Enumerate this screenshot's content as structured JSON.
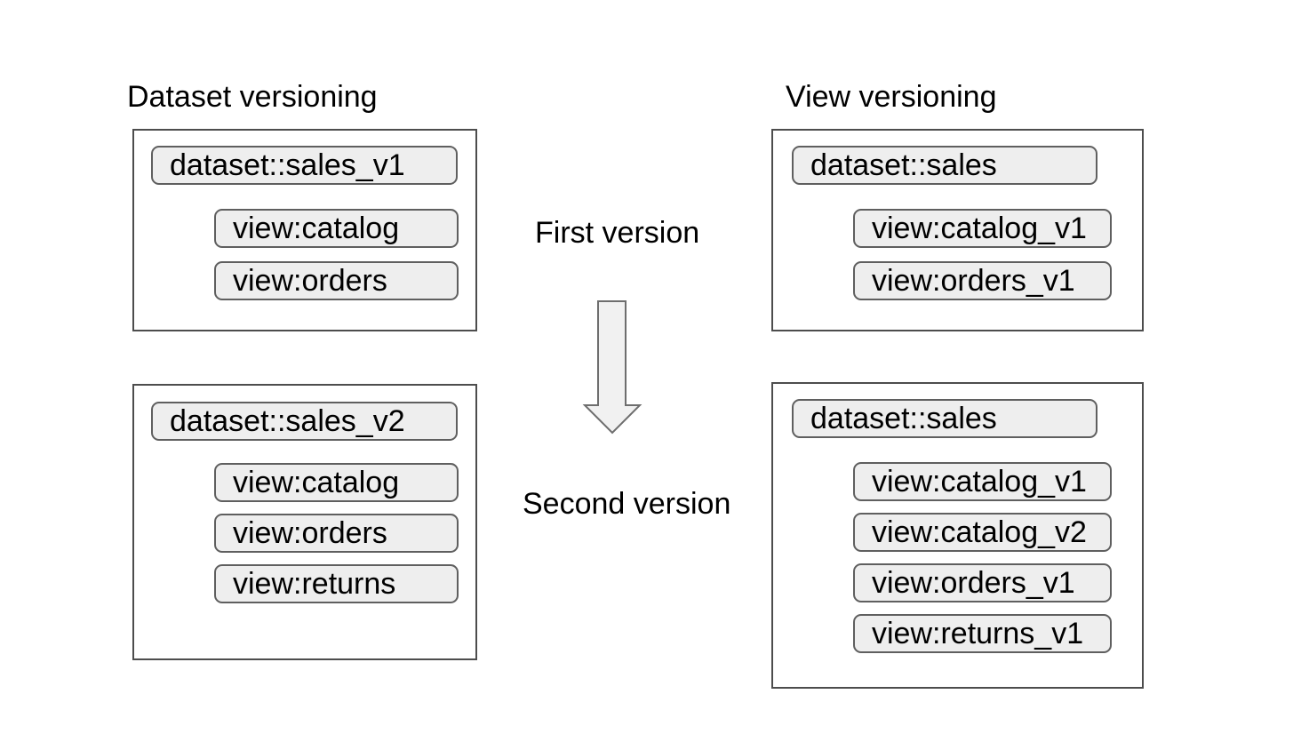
{
  "left_panel": {
    "title": "Dataset versioning",
    "boxes": [
      {
        "dataset": "dataset::sales_v1",
        "views": [
          "view:catalog",
          "view:orders"
        ]
      },
      {
        "dataset": "dataset::sales_v2",
        "views": [
          "view:catalog",
          "view:orders",
          "view:returns"
        ]
      }
    ]
  },
  "right_panel": {
    "title": "View versioning",
    "boxes": [
      {
        "dataset": "dataset::sales",
        "views": [
          "view:catalog_v1",
          "view:orders_v1"
        ]
      },
      {
        "dataset": "dataset::sales",
        "views": [
          "view:catalog_v1",
          "view:catalog_v2",
          "view:orders_v1",
          "view:returns_v1"
        ]
      }
    ]
  },
  "center": {
    "first_version_label": "First version",
    "second_version_label": "Second version",
    "arrow_icon": "down-block-arrow"
  },
  "colors": {
    "background": "#ffffff",
    "text": "#000000",
    "box_border": "#4d4d4d",
    "pill_fill": "#eeeeee",
    "pill_border": "#5f5f5f",
    "arrow_fill": "#f1f1f1",
    "arrow_border": "#6e6e6e"
  }
}
